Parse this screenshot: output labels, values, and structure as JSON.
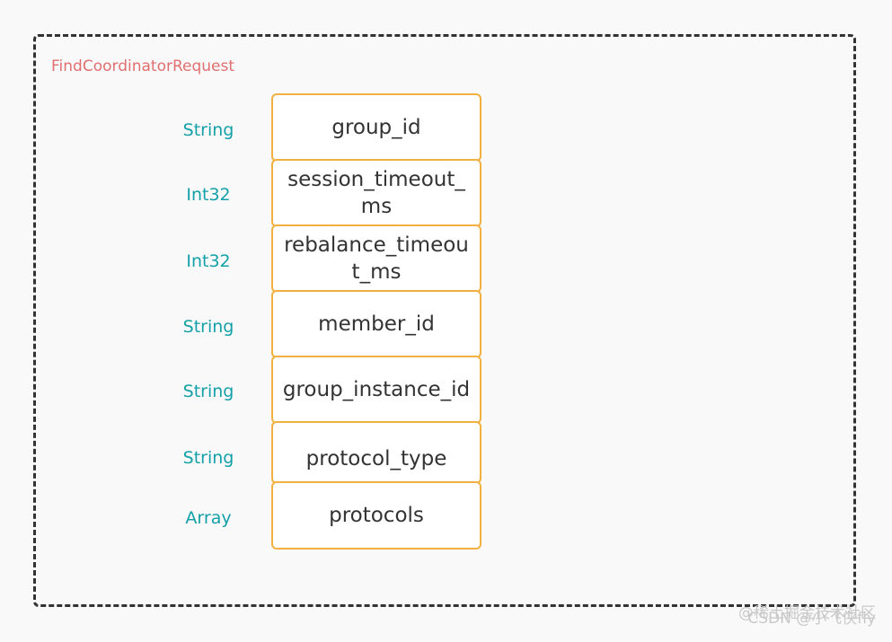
{
  "diagram": {
    "title": "FindCoordinatorRequest",
    "fields": [
      {
        "type": "String",
        "name": "group_id"
      },
      {
        "type": "Int32",
        "name": "session_timeout_ms"
      },
      {
        "type": "Int32",
        "name": "rebalance_timeout_ms"
      },
      {
        "type": "String",
        "name": "member_id"
      },
      {
        "type": "String",
        "name": "group_instance_id"
      },
      {
        "type": "String",
        "name": "protocol_type"
      },
      {
        "type": "Array",
        "name": "protocols"
      }
    ]
  },
  "watermark": {
    "line1": "@稀土掘金技术社区",
    "line2": "CSDN @小飞侠fly"
  },
  "colors": {
    "title": "#e07070",
    "type_label": "#14a0a8",
    "box_border": "#f2b040",
    "frame_border": "#333333"
  }
}
